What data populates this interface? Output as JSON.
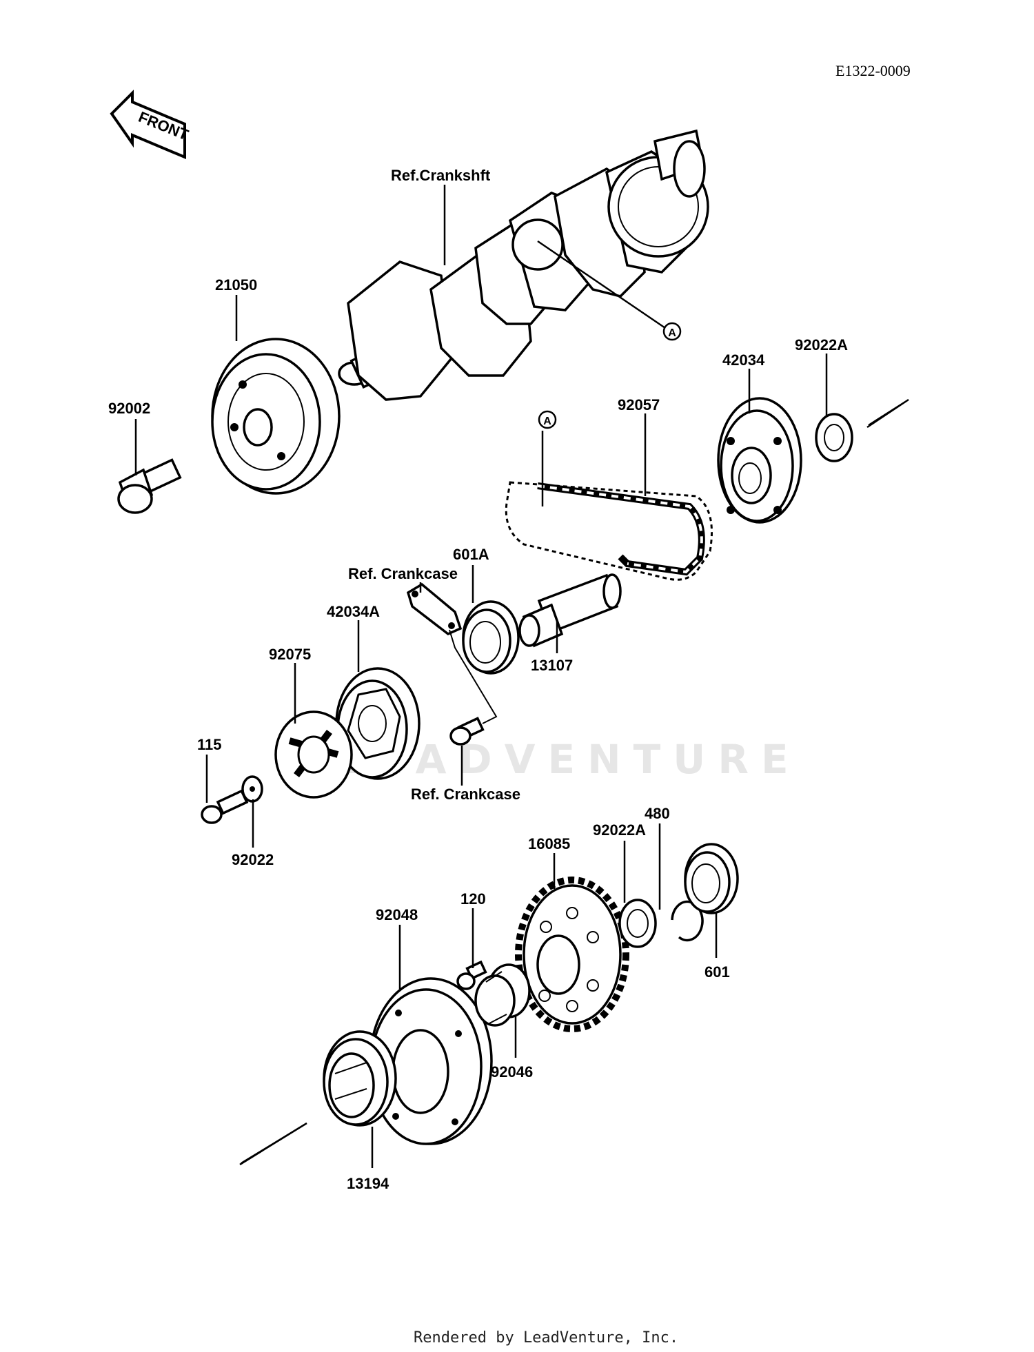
{
  "diagram_id": "E1322-0009",
  "front_label": "FRONT",
  "watermark": "LEADVENTURE",
  "footer": "Rendered by LeadVenture, Inc.",
  "callouts": {
    "ref_crankshaft": "Ref.Crankshft",
    "ref_crankcase_top": "Ref. Crankcase",
    "ref_crankcase_bottom": "Ref. Crankcase",
    "marker_a_top": "A",
    "marker_a_chain": "A",
    "p21050": "21050",
    "p92002": "92002",
    "p42034": "42034",
    "p92022A_top": "92022A",
    "p92057": "92057",
    "p601A": "601A",
    "p42034A": "42034A",
    "p92075": "92075",
    "p13107": "13107",
    "p115": "115",
    "p92022": "92022",
    "p16085": "16085",
    "p92022A_bottom": "92022A",
    "p480": "480",
    "p92048": "92048",
    "p120": "120",
    "p601": "601",
    "p92046": "92046",
    "p13194": "13194"
  }
}
